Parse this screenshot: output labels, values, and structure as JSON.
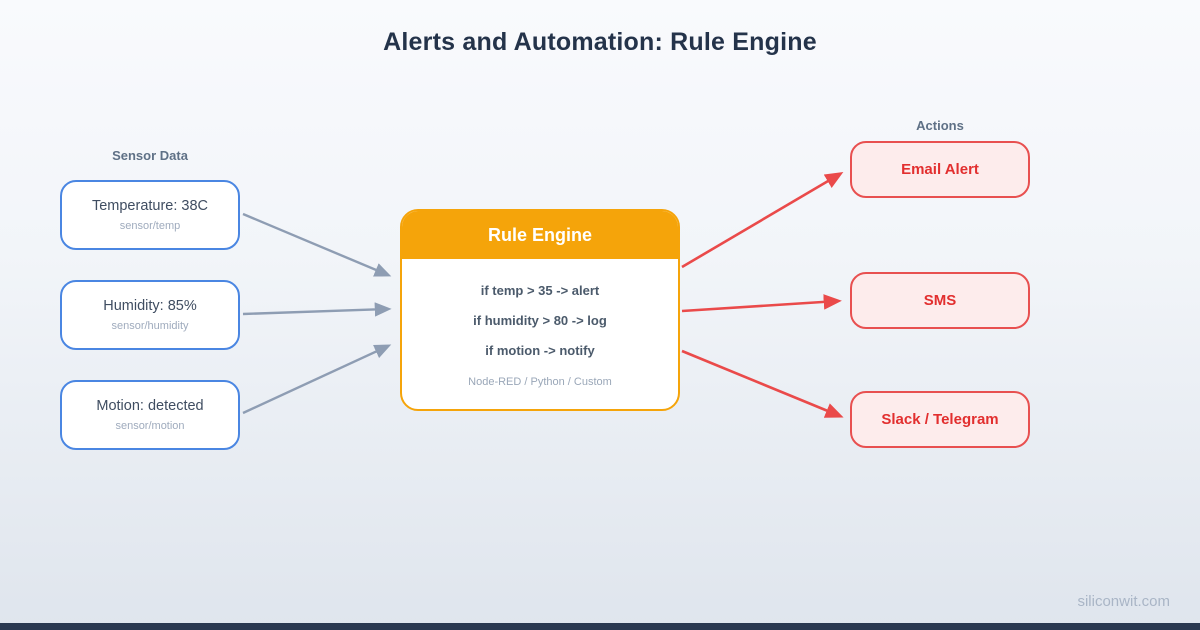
{
  "title": "Alerts and Automation: Rule Engine",
  "watermark": "siliconwit.com",
  "sensors": {
    "group_label": "Sensor Data",
    "items": [
      {
        "label": "Temperature: 38C",
        "topic": "sensor/temp"
      },
      {
        "label": "Humidity: 85%",
        "topic": "sensor/humidity"
      },
      {
        "label": "Motion: detected",
        "topic": "sensor/motion"
      }
    ]
  },
  "engine": {
    "title": "Rule Engine",
    "rules": [
      "if temp > 35 -> alert",
      "if humidity > 80 -> log",
      "if motion -> notify"
    ],
    "footnote": "Node-RED / Python / Custom"
  },
  "actions": {
    "group_label": "Actions",
    "items": [
      {
        "label": "Email Alert"
      },
      {
        "label": "SMS"
      },
      {
        "label": "Slack / Telegram"
      }
    ]
  },
  "colors": {
    "background_top": "#f9fafd",
    "background_bottom": "#dfe5ed",
    "title_text": "#24334a",
    "sensor_border": "#4a86e2",
    "engine_orange": "#f5a40a",
    "action_border": "#e85050",
    "action_bg": "#fdecec",
    "action_text": "#e22f2f",
    "arrow_gray": "#8e9db3",
    "arrow_red": "#ea4a4a",
    "footer_bar": "#2a3850"
  }
}
